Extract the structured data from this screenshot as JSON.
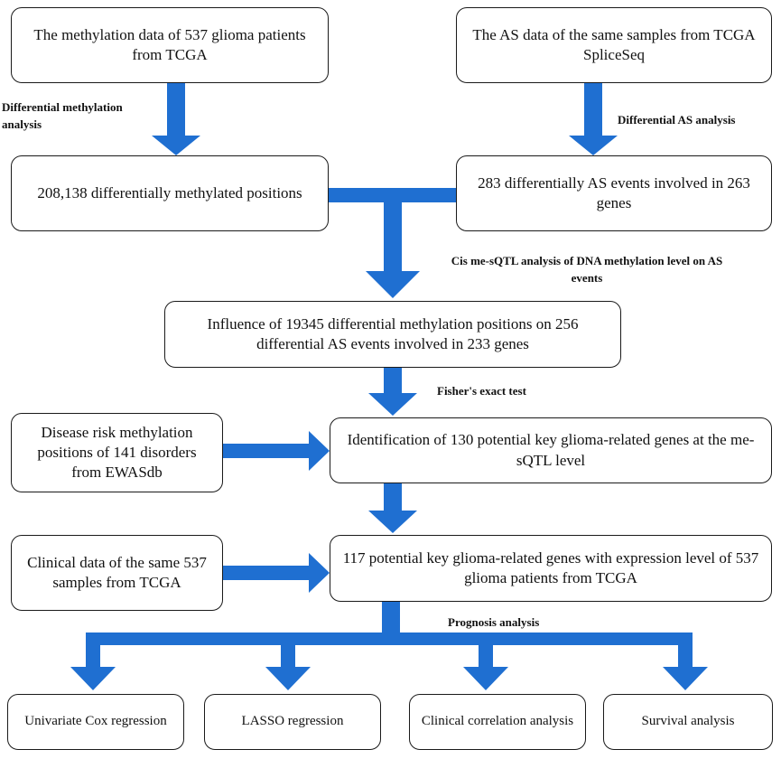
{
  "nodes": {
    "methylation_data": "The methylation data of 537 glioma patients from TCGA",
    "as_data": "The AS data of the same samples from TCGA SpliceSeq",
    "diff_methylated": "208,138 differentially methylated positions",
    "diff_as_events": "283 differentially AS events involved in 263 genes",
    "influence": "Influence of 19345 differential methylation positions on 256 differential AS events involved in 233 genes",
    "disease_risk": "Disease risk methylation positions of 141 disorders from EWASdb",
    "identification": "Identification of 130 potential key glioma-related genes at the me-sQTL  level",
    "clinical_data": "Clinical data of the same 537 samples from TCGA",
    "potential_genes": "117 potential key glioma-related genes with expression level of 537 glioma patients from TCGA",
    "univariate_cox": "Univariate Cox regression",
    "lasso": "LASSO regression",
    "clinical_correlation": "Clinical correlation analysis",
    "survival": "Survival analysis"
  },
  "edge_labels": {
    "differential_methylation": "Differential methylation analysis",
    "differential_as": "Differential AS analysis",
    "cis_me_sqtl": "Cis me-sQTL analysis of DNA methylation level on AS events",
    "fisher": "Fisher's exact test",
    "prognosis": "Prognosis analysis"
  },
  "colors": {
    "arrow": "#1f6fd1",
    "border": "#1a1a1a"
  }
}
